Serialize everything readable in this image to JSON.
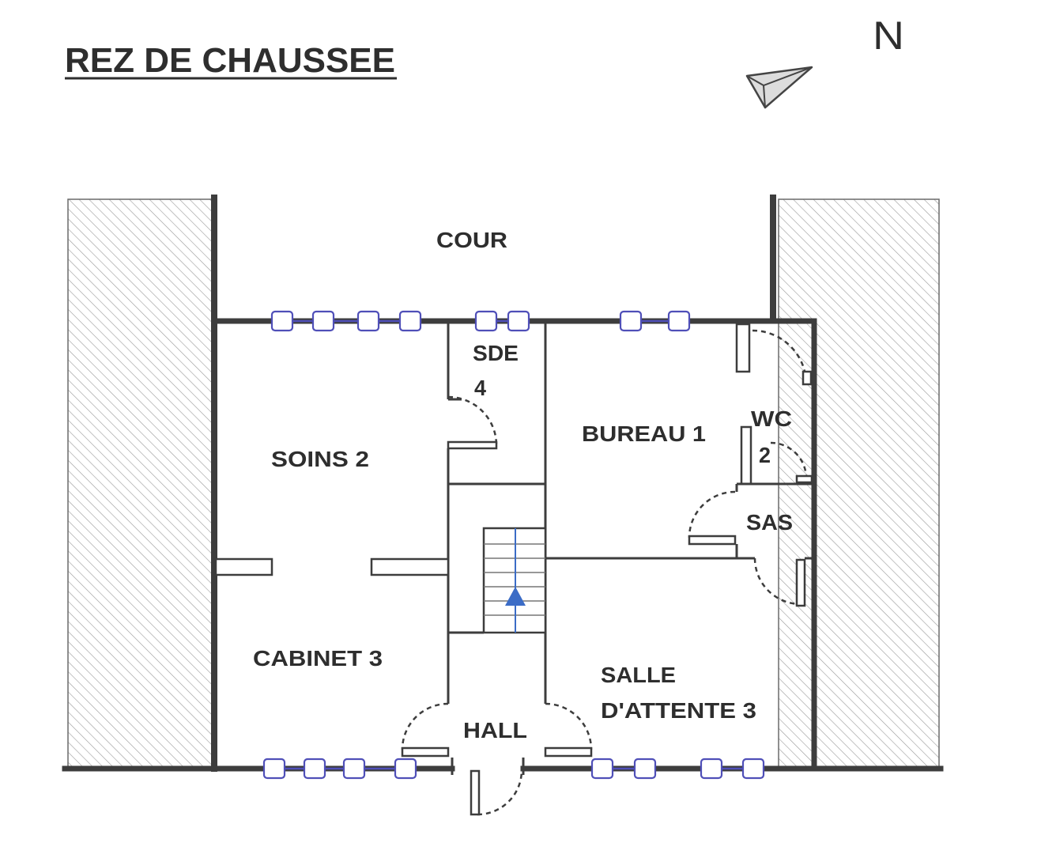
{
  "plan": {
    "title": "REZ DE CHAUSSEE",
    "north_label": "N",
    "north_icon": "north-arrow-icon"
  },
  "rooms": {
    "cour": [
      "COUR"
    ],
    "sde": [
      "SDE",
      "4"
    ],
    "bureau": [
      "BUREAU 1"
    ],
    "wc": [
      "WC",
      "2"
    ],
    "soins": [
      "SOINS 2"
    ],
    "sas": [
      "SAS"
    ],
    "cabinet": [
      "CABINET 3"
    ],
    "salle_attente": [
      "SALLE",
      "D'ATTENTE 3"
    ],
    "hall": [
      "HALL"
    ]
  },
  "colors": {
    "wall": "#3d3d3d",
    "window": "#4f4fb8",
    "stair_arrow": "#3b6cc6",
    "hatch": "#9a9a9a",
    "text": "#2e2e2e"
  }
}
